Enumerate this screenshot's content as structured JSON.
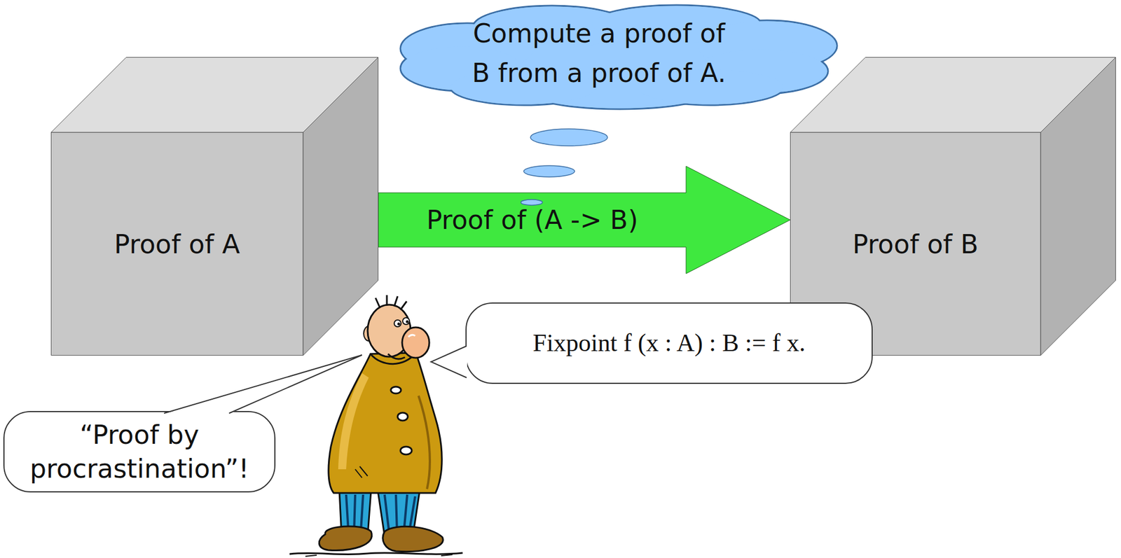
{
  "diagram": {
    "nodes": [
      {
        "text": [
          "Compute a proof of B from a proof of A."
        ]
      },
      {
        "text": [
          "Proof of A"
        ]
      },
      {
        "text": [
          "Proof of B"
        ]
      },
      {
        "text": [
          "Fixpoint f (x : A) : B := f x."
        ]
      },
      {
        "text": [
          "“Proof by procrastination”!"
        ]
      }
    ],
    "edges": [
      {
        "from": 1,
        "to": 2,
        "arrow": "to",
        "label": "Proof of (A -> B)"
      }
    ]
  }
}
